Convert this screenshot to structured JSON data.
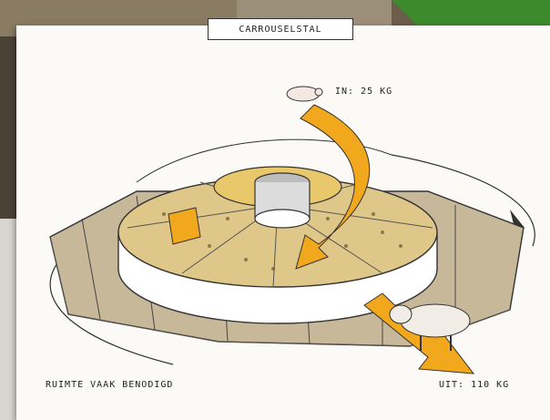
{
  "title": "CARROUSELSTAL",
  "labels": {
    "pigs_in": "IN: 25 KG",
    "pigs_out": "UIT: 110 KG",
    "bottom_left": "RUIMTE VAAK BENODIGD"
  },
  "icons": [
    "piglet-icon",
    "pig-icon",
    "arrow-in-icon",
    "arrow-out-icon"
  ],
  "colors": {
    "arrow": "#f2a81d",
    "floor": "#c7b89a",
    "straw": "#dfc789",
    "outline": "#333333",
    "paper": "#fbfaf6"
  }
}
